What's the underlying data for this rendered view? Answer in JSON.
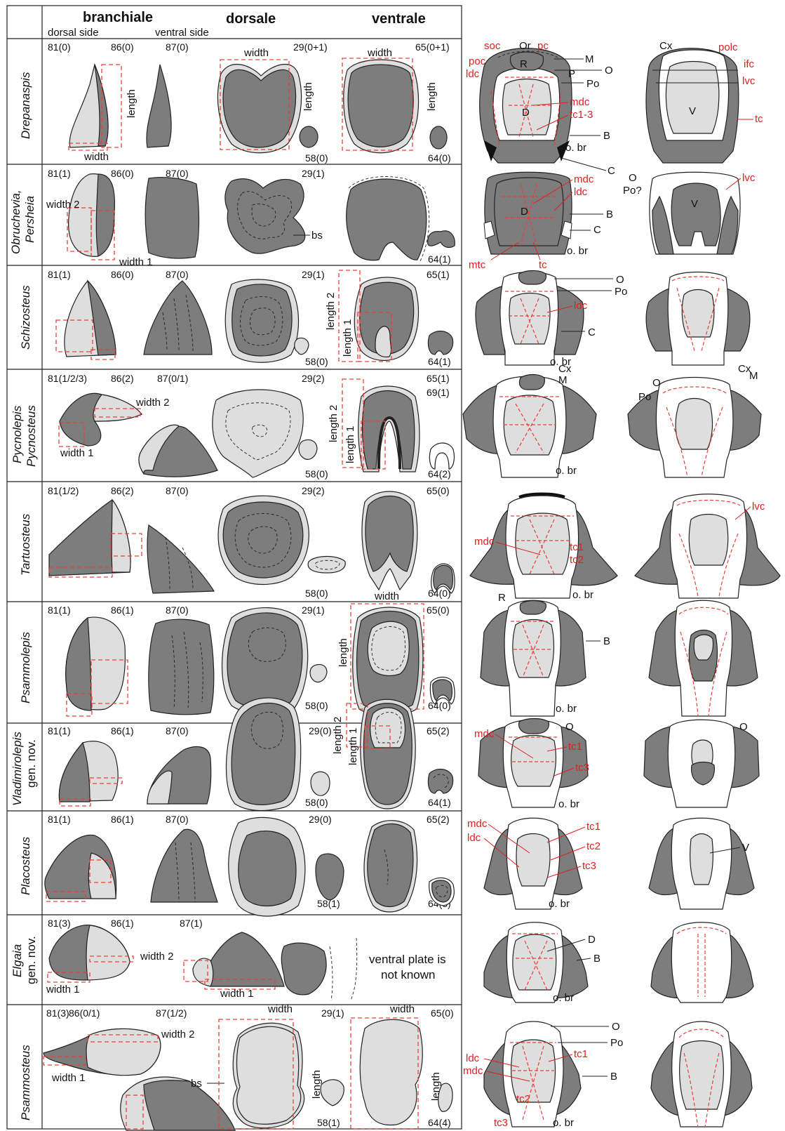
{
  "header": {
    "branchiale": "branchiale",
    "dorsale": "dorsale",
    "ventrale": "ventrale",
    "dorsal_side": "dorsal side",
    "ventral_side": "ventral side"
  },
  "rows": [
    {
      "genus": "Drepanaspis",
      "codes": [
        "81(0)",
        "86(0)",
        "87(0)",
        "29(0+1)",
        "65(0+1)",
        "58(0)",
        "64(0)"
      ]
    },
    {
      "genus": "Obruchevia,",
      "genus2": "Persheia",
      "codes": [
        "81(1)",
        "86(0)",
        "87(0)",
        "29(1)",
        "64(1)"
      ]
    },
    {
      "genus": "Schizosteus",
      "codes": [
        "81(1)",
        "86(0)",
        "87(0)",
        "29(1)",
        "65(1)",
        "58(0)",
        "64(1)"
      ]
    },
    {
      "genus": "Pycnolepis",
      "genus2": "Pycnosteus",
      "codes": [
        "81(1/2/3)",
        "86(2)",
        "87(0/1)",
        "29(2)",
        "65(1)",
        "69(1)",
        "58(0)",
        "64(2)"
      ]
    },
    {
      "genus": "Tartuosteus",
      "codes": [
        "81(1/2)",
        "86(2)",
        "87(0)",
        "29(2)",
        "65(0)",
        "58(0)",
        "64(0)"
      ]
    },
    {
      "genus": "Psammolepis",
      "codes": [
        "81(1)",
        "86(1)",
        "87(0)",
        "29(1)",
        "65(0)",
        "58(0)",
        "64(0)"
      ]
    },
    {
      "genus": "Vladimirolepis",
      "genus2": "gen. nov.",
      "codes": [
        "81(1)",
        "86(1)",
        "87(0)",
        "29(0)",
        "65(2)",
        "58(0)",
        "64(1)"
      ]
    },
    {
      "genus": "Placosteus",
      "codes": [
        "81(1)",
        "86(1)",
        "87(0)",
        "29(0)",
        "65(2)",
        "58(1)",
        "64(3)"
      ]
    },
    {
      "genus": "Elgaia",
      "genus2": "gen. nov.",
      "codes": [
        "81(3)",
        "86(1)",
        "87(1)"
      ]
    },
    {
      "genus": "Psammosteus",
      "codes": [
        "81(3)",
        "86(0/1)",
        "87(1/2)",
        "29(1)",
        "65(0)",
        "58(1)",
        "64(4)"
      ]
    }
  ],
  "measures": {
    "width": "width",
    "length": "length",
    "width1": "width 1",
    "width2": "width 2",
    "length1": "length 1",
    "length2": "length 2",
    "bs": "bs"
  },
  "elgaia_note_1": "ventral plate is",
  "elgaia_note_2": "not known",
  "right_labels": {
    "Or": "Or",
    "R": "R",
    "P": "P",
    "Po": "Po",
    "O": "O",
    "M": "M",
    "Cx": "Cx",
    "D": "D",
    "V": "V",
    "B": "B",
    "C": "C",
    "obr": "o. br",
    "Po_q": "Po?",
    "soc": "soc",
    "pc": "pc",
    "poc": "poc",
    "ldc": "ldc",
    "mdc": "mdc",
    "tc13": "tc1-3",
    "polc": "polc",
    "ifc": "ifc",
    "lvc": "lvc",
    "tc": "tc",
    "mtc": "mtc",
    "tc1": "tc1",
    "tc2": "tc2",
    "tc3": "tc3"
  },
  "colors": {
    "dark_grey": "#7d7d7d",
    "light_grey": "#dedede",
    "red": "#e8403a"
  }
}
